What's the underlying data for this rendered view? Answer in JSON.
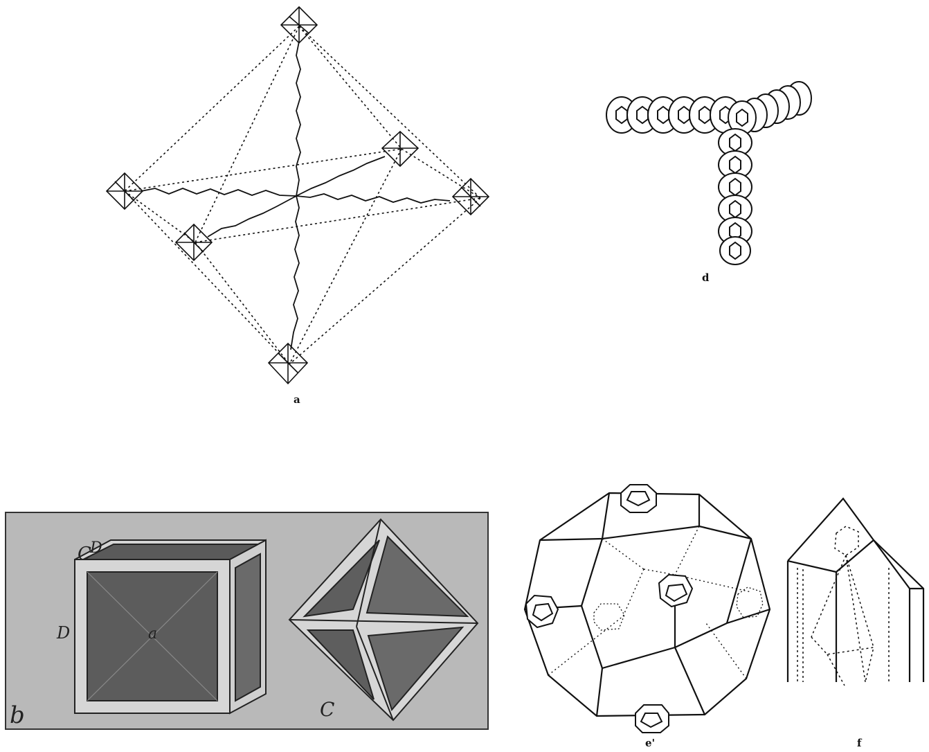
{
  "figure": {
    "panels": [
      {
        "id": "a",
        "caption": "a"
      },
      {
        "id": "b",
        "caption": "b",
        "labels": {
          "c_top": "C",
          "d_top": "D",
          "d_left": "D",
          "a_center": "a",
          "c_right": "C"
        }
      },
      {
        "id": "d",
        "caption": "d"
      },
      {
        "id": "e",
        "caption": "e'"
      },
      {
        "id": "f",
        "caption": "f"
      }
    ]
  }
}
